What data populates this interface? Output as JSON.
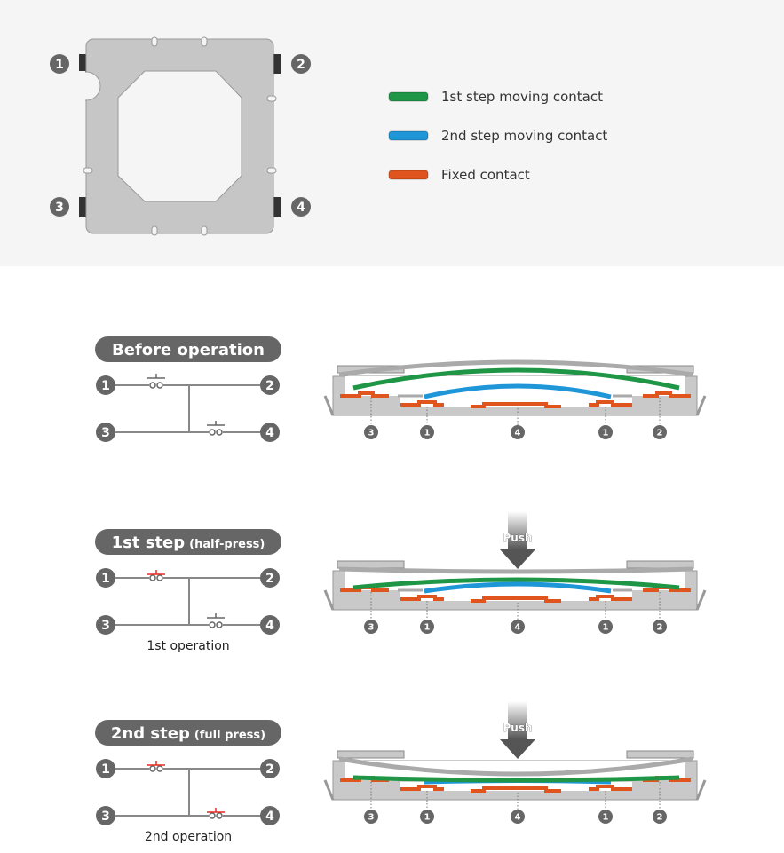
{
  "legend": [
    {
      "label": "1st step moving contact",
      "color": "#1e9646"
    },
    {
      "label": "2nd step moving contact",
      "color": "#1e96d8"
    },
    {
      "label": "Fixed contact",
      "color": "#e0551e"
    }
  ],
  "pins": [
    "1",
    "2",
    "3",
    "4"
  ],
  "section_pin_order": [
    "3",
    "1",
    "4",
    "1",
    "2"
  ],
  "push_label": "Push",
  "active_color": "#e52a1e",
  "sections": [
    {
      "title": "Before operation",
      "subtitle": "",
      "caption": "",
      "state": 0,
      "switch1_active": false,
      "switch2_active": false
    },
    {
      "title": "1st step",
      "subtitle": "(half-press)",
      "caption": "1st operation",
      "state": 1,
      "switch1_active": true,
      "switch2_active": false
    },
    {
      "title": "2nd step",
      "subtitle": "(full press)",
      "caption": "2nd operation",
      "state": 2,
      "switch1_active": true,
      "switch2_active": true
    }
  ]
}
